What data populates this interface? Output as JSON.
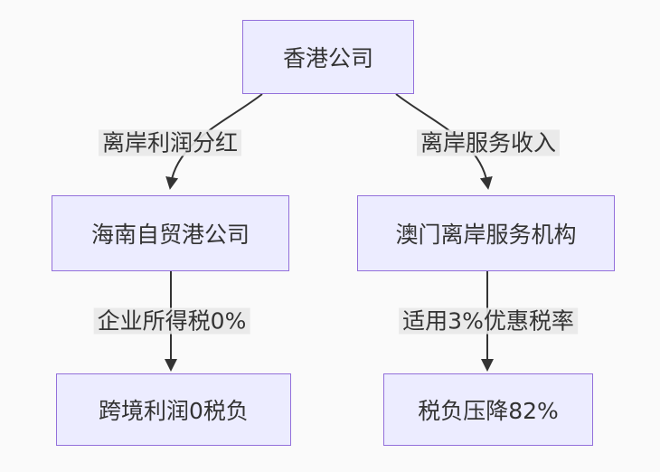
{
  "diagram": {
    "type": "flowchart",
    "direction": "top-down",
    "nodes": [
      {
        "id": "hk",
        "label": "香港公司"
      },
      {
        "id": "hainan",
        "label": "海南自贸港公司"
      },
      {
        "id": "macau",
        "label": "澳门离岸服务机构"
      },
      {
        "id": "profit",
        "label": "跨境利润0税负"
      },
      {
        "id": "tax",
        "label": "税负压降82%"
      }
    ],
    "edges": [
      {
        "from": "hk",
        "to": "hainan",
        "label": "离岸利润分红"
      },
      {
        "from": "hk",
        "to": "macau",
        "label": "离岸服务收入"
      },
      {
        "from": "hainan",
        "to": "profit",
        "label": "企业所得税0%"
      },
      {
        "from": "macau",
        "to": "tax",
        "label": "适用3%优惠税率"
      }
    ]
  },
  "colors": {
    "background": "#fafafa",
    "node_fill": "#ECECFF",
    "node_border": "#9370DB",
    "edge_line": "#333333",
    "edge_label_bg": "#e8e8e8",
    "text": "#333333"
  }
}
